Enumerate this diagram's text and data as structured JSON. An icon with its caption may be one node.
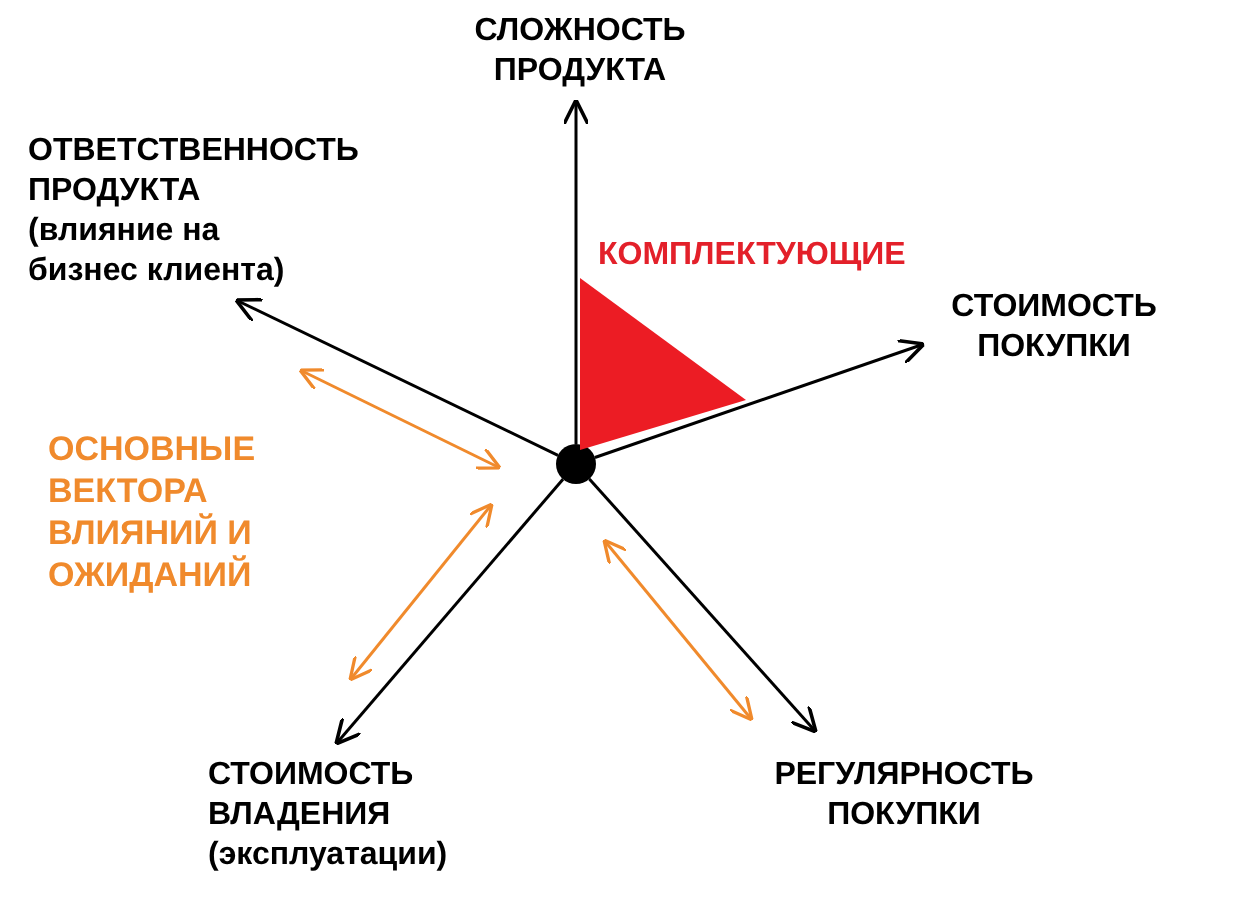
{
  "diagram": {
    "nodes": [
      {
        "text": [],
        "shape": "circle"
      },
      {
        "text": [
          "СЛОЖНОСТЬ ПРОДУКТА"
        ]
      },
      {
        "text": [
          "СТОИМОСТЬ ПОКУПКИ"
        ]
      },
      {
        "text": [
          "РЕГУЛЯРНОСТЬ ПОКУПКИ"
        ]
      },
      {
        "text": [
          "СТОИМОСТЬ ВЛАДЕНИЯ",
          "(эксплуатации)"
        ]
      },
      {
        "text": [
          "ОТВЕТСТВЕННОСТЬ ПРОДУКТА",
          "(влияние на бизнес клиента)"
        ]
      },
      {
        "text": [
          "КОМПЛЕКТУЮЩИЕ"
        ]
      }
    ],
    "edges": [
      {
        "from": 0,
        "to": 1,
        "arrow": "to"
      },
      {
        "from": 0,
        "to": 2,
        "arrow": "to"
      },
      {
        "from": 0,
        "to": 3,
        "arrow": "to"
      },
      {
        "from": 0,
        "to": 4,
        "arrow": "to"
      },
      {
        "from": 0,
        "to": 5,
        "arrow": "to"
      }
    ],
    "labels": [
      "ОСНОВНЫЕ ВЕКТОРА ВЛИЯНИЙ И ОЖИДАНИЙ"
    ]
  }
}
